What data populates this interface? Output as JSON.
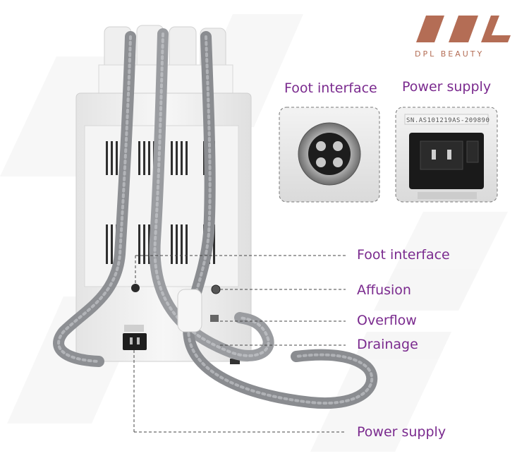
{
  "brand": {
    "logo_text": "DPL",
    "name": "DPL BEAUTY",
    "color": "#b46d55"
  },
  "insets": {
    "foot": {
      "title": "Foot interface"
    },
    "power": {
      "title": "Power supply",
      "serial": "SN.AS101219AS-209890"
    }
  },
  "callouts": {
    "foot_interface": "Foot interface",
    "affusion": "Affusion",
    "overflow": "Overflow",
    "drainage": "Drainage",
    "power_supply": "Power supply"
  },
  "colors": {
    "label": "#7a2a8e",
    "machine_body": "#f2f2f2",
    "hose": "#8d8f93"
  }
}
